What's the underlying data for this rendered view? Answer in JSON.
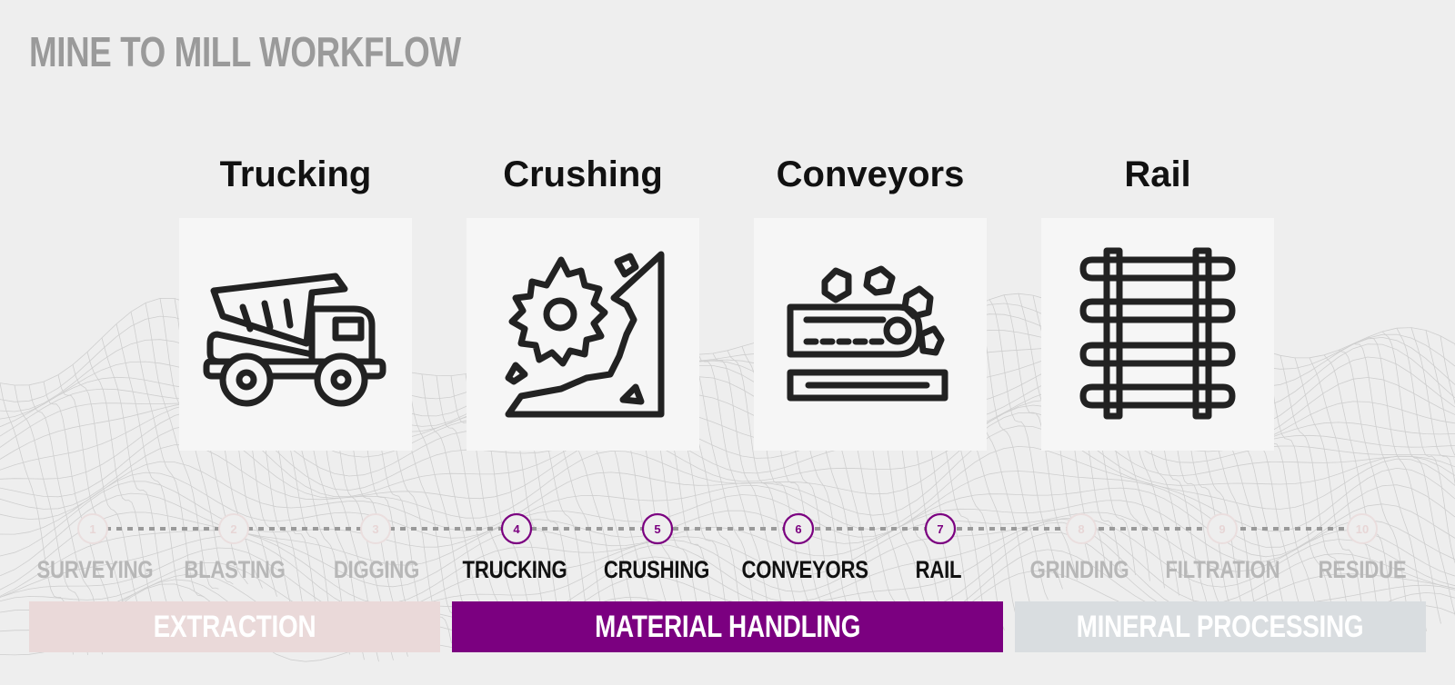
{
  "title": "MINE TO MILL WORKFLOW",
  "colors": {
    "accent": "#7b0080",
    "extraction_bg": "#ead9d9",
    "processing_bg": "#d9dde0",
    "muted_text": "#b7b7b7",
    "active_text": "#111111"
  },
  "cards": [
    {
      "title": "Trucking",
      "icon": "dump-truck-icon"
    },
    {
      "title": "Crushing",
      "icon": "crusher-gear-icon"
    },
    {
      "title": "Conveyors",
      "icon": "conveyor-belt-icon"
    },
    {
      "title": "Rail",
      "icon": "rail-track-icon"
    }
  ],
  "steps": [
    {
      "num": "1",
      "label": "SURVEYING",
      "active": false
    },
    {
      "num": "2",
      "label": "BLASTING",
      "active": false
    },
    {
      "num": "3",
      "label": "DIGGING",
      "active": false
    },
    {
      "num": "4",
      "label": "TRUCKING",
      "active": true
    },
    {
      "num": "5",
      "label": "CRUSHING",
      "active": true
    },
    {
      "num": "6",
      "label": "CONVEYORS",
      "active": true
    },
    {
      "num": "7",
      "label": "RAIL",
      "active": true
    },
    {
      "num": "8",
      "label": "GRINDING",
      "active": false
    },
    {
      "num": "9",
      "label": "FILTRATION",
      "active": false
    },
    {
      "num": "10",
      "label": "RESIDUE",
      "active": false
    }
  ],
  "phases": [
    {
      "label": "EXTRACTION",
      "state": "inactive"
    },
    {
      "label": "MATERIAL HANDLING",
      "state": "active"
    },
    {
      "label": "MINERAL PROCESSING",
      "state": "inactive"
    }
  ]
}
